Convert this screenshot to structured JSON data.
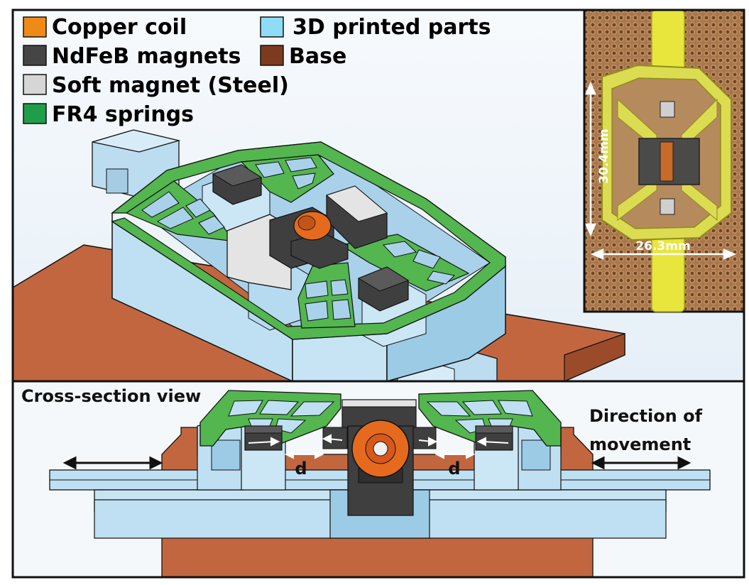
{
  "legend": {
    "items": [
      {
        "label": "Copper coil",
        "color": "#ef8a17"
      },
      {
        "label": "NdFeB magnets",
        "color": "#454545"
      },
      {
        "label": "Soft magnet (Steel)",
        "color": "#d6d6d6"
      },
      {
        "label": "FR4 springs",
        "color": "#1f9d48"
      },
      {
        "label": "3D printed parts",
        "color": "#8fdcf7"
      },
      {
        "label": "Base",
        "color": "#7e3a1f"
      }
    ]
  },
  "photo": {
    "height_label": "30.4mm",
    "width_label": "26.3mm"
  },
  "cross_section": {
    "title": "Cross-section view",
    "direction_label_line1": "Direction of",
    "direction_label_line2": "movement",
    "gap_label_left": "d",
    "gap_label_right": "d"
  },
  "colors": {
    "printed": "#bfe0f2",
    "printed_dark": "#9ccbe6",
    "spring": "#53b64f",
    "magnet": "#3f3f3f",
    "steel": "#e4e4e4",
    "coil": "#e56a1e",
    "base": "#c2663f",
    "panel_bg": "#eef5fb"
  }
}
